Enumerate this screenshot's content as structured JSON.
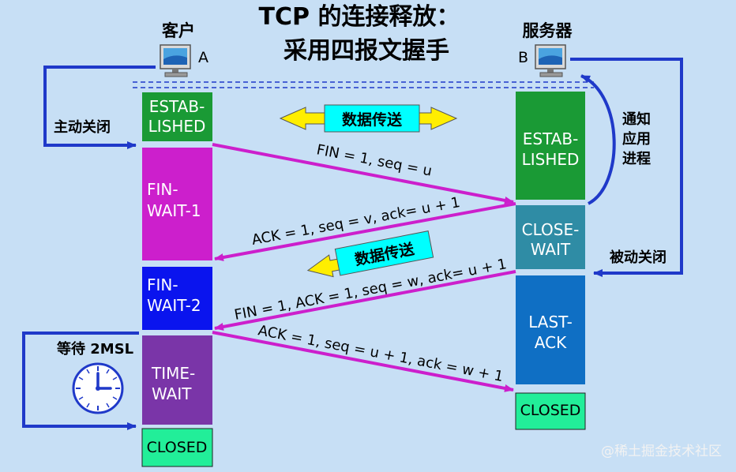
{
  "title": {
    "line1": "TCP 的连接释放：",
    "line2": "采用四报文握手"
  },
  "client": {
    "label": "客户",
    "letter": "A"
  },
  "server": {
    "label": "服务器",
    "letter": "B"
  },
  "client_states": [
    {
      "lines": [
        "ESTAB-",
        "LISHED"
      ],
      "color": "#1a9a35"
    },
    {
      "lines": [
        "FIN-",
        "WAIT-1"
      ],
      "color": "#cc1fcc"
    },
    {
      "lines": [
        "FIN-",
        "WAIT-2"
      ],
      "color": "#0a14ee"
    },
    {
      "lines": [
        "TIME-",
        "WAIT"
      ],
      "color": "#7a35a8"
    },
    {
      "lines": [
        "CLOSED"
      ],
      "color": "#22ee99"
    }
  ],
  "server_states": [
    {
      "lines": [
        "ESTAB-",
        "LISHED"
      ],
      "color": "#1a9a35"
    },
    {
      "lines": [
        "CLOSE-",
        "WAIT"
      ],
      "color": "#2f8ca5"
    },
    {
      "lines": [
        "LAST-",
        "ACK"
      ],
      "color": "#0f6fc4"
    },
    {
      "lines": [
        "CLOSED"
      ],
      "color": "#22ee99"
    }
  ],
  "messages": [
    "FIN = 1, seq = u",
    "ACK = 1, seq = v, ack= u + 1",
    "FIN = 1, ACK = 1, seq = w, ack= u + 1",
    "ACK = 1, seq = u + 1, ack = w + 1"
  ],
  "data_transfer": [
    "数据传送",
    "数据传送"
  ],
  "labels": {
    "active_close": "主动关闭",
    "passive_close": "被动关闭",
    "notify_app": [
      "通知",
      "应用",
      "进程"
    ],
    "wait_2msl": "等待 2MSL"
  },
  "icons": [
    "computer-icon",
    "clock-icon"
  ],
  "watermark": "@稀土掘金技术社区",
  "colors": {
    "message_arrow": "#cc1fcc",
    "side_arrow": "#1f39c9",
    "data_arrow": "#ffee00"
  }
}
